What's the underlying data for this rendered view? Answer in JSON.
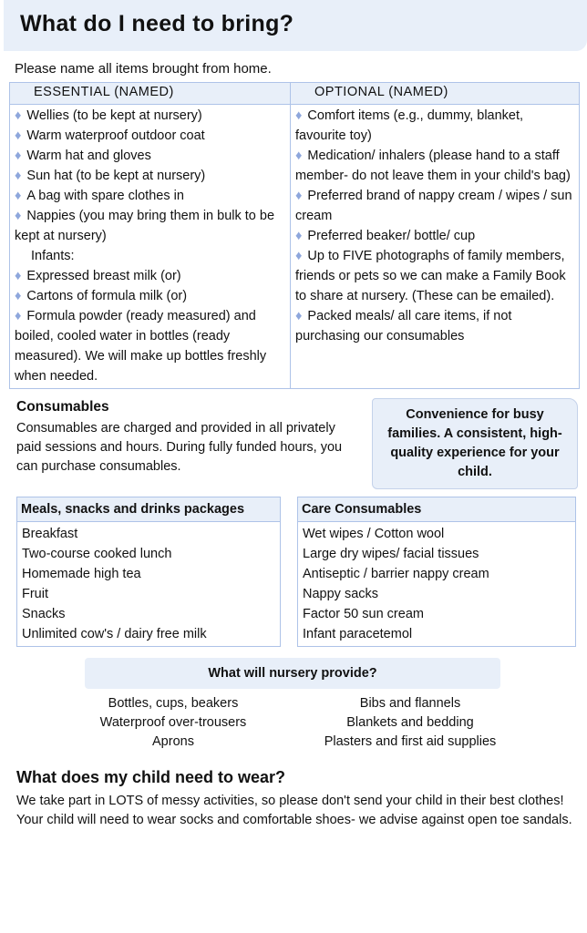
{
  "title": "What do I need to bring?",
  "intro": "Please name all items brought from home.",
  "bring_table": {
    "essential_header": "ESSENTIAL (NAMED)",
    "optional_header": "OPTIONAL (NAMED)",
    "essential": [
      "Wellies (to be kept at nursery)",
      "Warm waterproof outdoor coat",
      "Warm hat and gloves",
      "Sun hat (to be kept at nursery)",
      "A bag with spare clothes in",
      "Nappies (you may bring them in bulk to be kept at nursery)"
    ],
    "infants_label": "Infants:",
    "infants": [
      "Expressed breast milk (or)",
      "Cartons of formula milk (or)",
      "Formula powder (ready measured) and boiled, cooled water in bottles (ready measured). We will make up bottles freshly when needed."
    ],
    "optional": [
      "Comfort items (e.g., dummy, blanket, favourite toy)",
      "Medication/ inhalers (please hand to a staff member- do not leave them in your child's bag)",
      "Preferred brand of nappy cream / wipes / sun cream",
      "Preferred beaker/ bottle/ cup",
      "Up to FIVE photographs of family members, friends or pets so we can make a Family Book to share at nursery. (These can be emailed).",
      "Packed meals/ all care items, if not purchasing our consumables"
    ]
  },
  "consumables": {
    "heading": "Consumables",
    "text": "Consumables are charged and provided in all privately paid sessions and hours. During fully funded hours, you can purchase consumables.",
    "callout": "Convenience for busy families. A consistent, high-quality experience for your child.",
    "meals": {
      "header": "Meals, snacks and drinks packages",
      "items": [
        "Breakfast",
        "Two-course cooked lunch",
        "Homemade high tea",
        "Fruit",
        "Snacks",
        "Unlimited cow's / dairy free milk"
      ]
    },
    "care": {
      "header": "Care Consumables",
      "items": [
        "Wet wipes / Cotton wool",
        "Large dry wipes/ facial tissues",
        "Antiseptic / barrier nappy cream",
        "Nappy sacks",
        "Factor 50 sun cream",
        "Infant paracetemol"
      ]
    }
  },
  "provide": {
    "heading": "What will nursery provide?",
    "left": [
      "Bottles, cups, beakers",
      "Waterproof over-trousers",
      "Aprons"
    ],
    "right": [
      "Bibs and flannels",
      "Blankets and bedding",
      "Plasters and first aid supplies"
    ]
  },
  "wear": {
    "heading": "What does my child need to wear?",
    "p1": "We take part in LOTS of messy activities, so please don't send your child in their best clothes!",
    "p2": "Your child will need to wear socks and comfortable shoes- we advise against open toe sandals."
  },
  "colors": {
    "accent_bg": "#e8eff9",
    "border": "#aec3e8",
    "bullet": "#8ea7dc"
  }
}
